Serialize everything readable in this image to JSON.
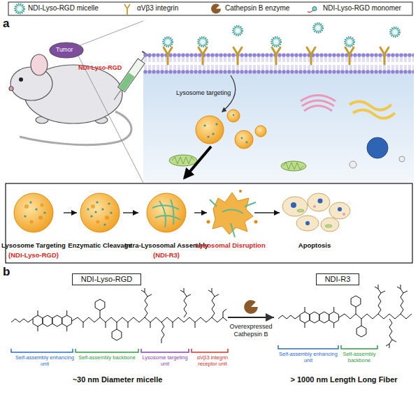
{
  "diagram": {
    "nodes": [
      {
        "text": [
          "Lysosome Targeting",
          "(NDI-Lyso-RGD)"
        ]
      },
      {
        "text": [
          "Enzymatic Cleavage"
        ]
      },
      {
        "text": [
          "Intra-Lysosomal Assembly",
          "(NDI-R3)"
        ]
      },
      {
        "text": [
          "Lysosomal Disruption"
        ]
      },
      {
        "text": [
          "Apoptosis"
        ]
      },
      {
        "text": [
          "NDI-Lyso-RGD",
          "Self-assembly enhancing unit",
          "Self-assembly backbone",
          "Lysosome targeting unit",
          "αVβ3 integrin receptor unit",
          "~30 nm Diameter micelle"
        ]
      },
      {
        "text": [
          "NDI-R3",
          "Self-assembly enhancing unit",
          "Self-assembly backbone",
          "> 1000 nm Length Long Fiber"
        ]
      }
    ],
    "edges": [
      {
        "from": 0,
        "to": 1,
        "arrow": "to"
      },
      {
        "from": 1,
        "to": 2,
        "arrow": "to"
      },
      {
        "from": 2,
        "to": 3,
        "arrow": "to"
      },
      {
        "from": 3,
        "to": 4,
        "arrow": "to"
      },
      {
        "from": 5,
        "to": 6,
        "label": "Overexpressed Cathepsin B",
        "arrow": "to"
      }
    ],
    "labels": [
      "a",
      "Tumor",
      "NDI-Lyso-RGD",
      "Lysosome targeting",
      "b"
    ],
    "legend": [
      {
        "text": "NDI-Lyso-RGD micelle"
      },
      {
        "text": "αVβ3 integrin"
      },
      {
        "text": "Cathepsin B enzyme"
      },
      {
        "text": "NDI-Lyso-RGD monomer"
      }
    ]
  }
}
